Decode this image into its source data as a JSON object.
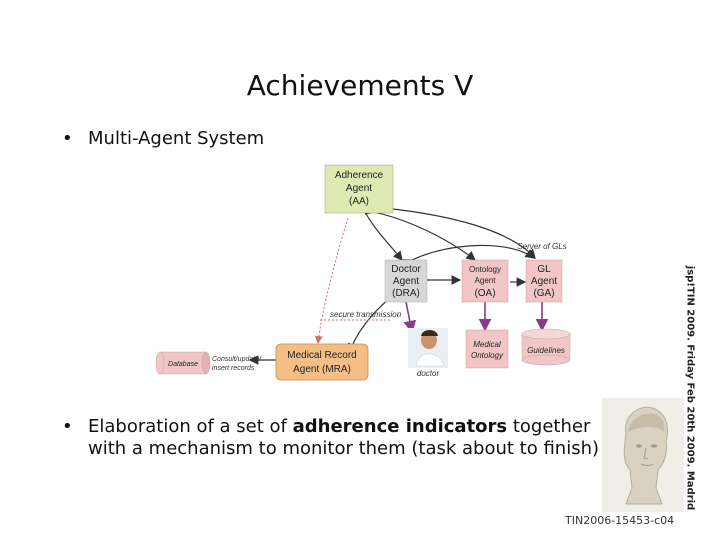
{
  "title": "Achievements V",
  "bullets": {
    "first": "Multi-Agent System",
    "second_pre": "Elaboration of a set of ",
    "second_bold": "adherence indicators",
    "second_post": " together with a mechanism to monitor them (task about to finish)",
    "symbol": "•"
  },
  "diagram": {
    "aa": [
      "Adherence",
      "Agent",
      "(AA)"
    ],
    "dra": [
      "Doctor",
      "Agent",
      "(DRA)"
    ],
    "oa": [
      "Ontology",
      "Agent",
      "(OA)"
    ],
    "ga": [
      "GL",
      "Agent",
      "(GA)"
    ],
    "mra": [
      "Medical Record",
      "Agent (MRA)"
    ],
    "database": "Database",
    "consult": [
      "Consult/update/",
      "insert records"
    ],
    "secure": "secure transmission",
    "server": "Server of GLs",
    "medical_ontology": [
      "Medical",
      "Ontology"
    ],
    "guidelines": "Guidelines",
    "doctor": "doctor"
  },
  "side_text": "jsp!TIN 2009. Friday Feb 20th 2009. Madrid",
  "footer": "TIN2006-15453-c04",
  "colors": {
    "aa_fill": "#dfeab3",
    "dra_fill": "#d7d7d7",
    "pink_fill": "#f2c6c6",
    "mra_fill": "#f4bf87",
    "purple_arrow": "#8a3a8a",
    "red_dotted": "#d46a6a"
  }
}
